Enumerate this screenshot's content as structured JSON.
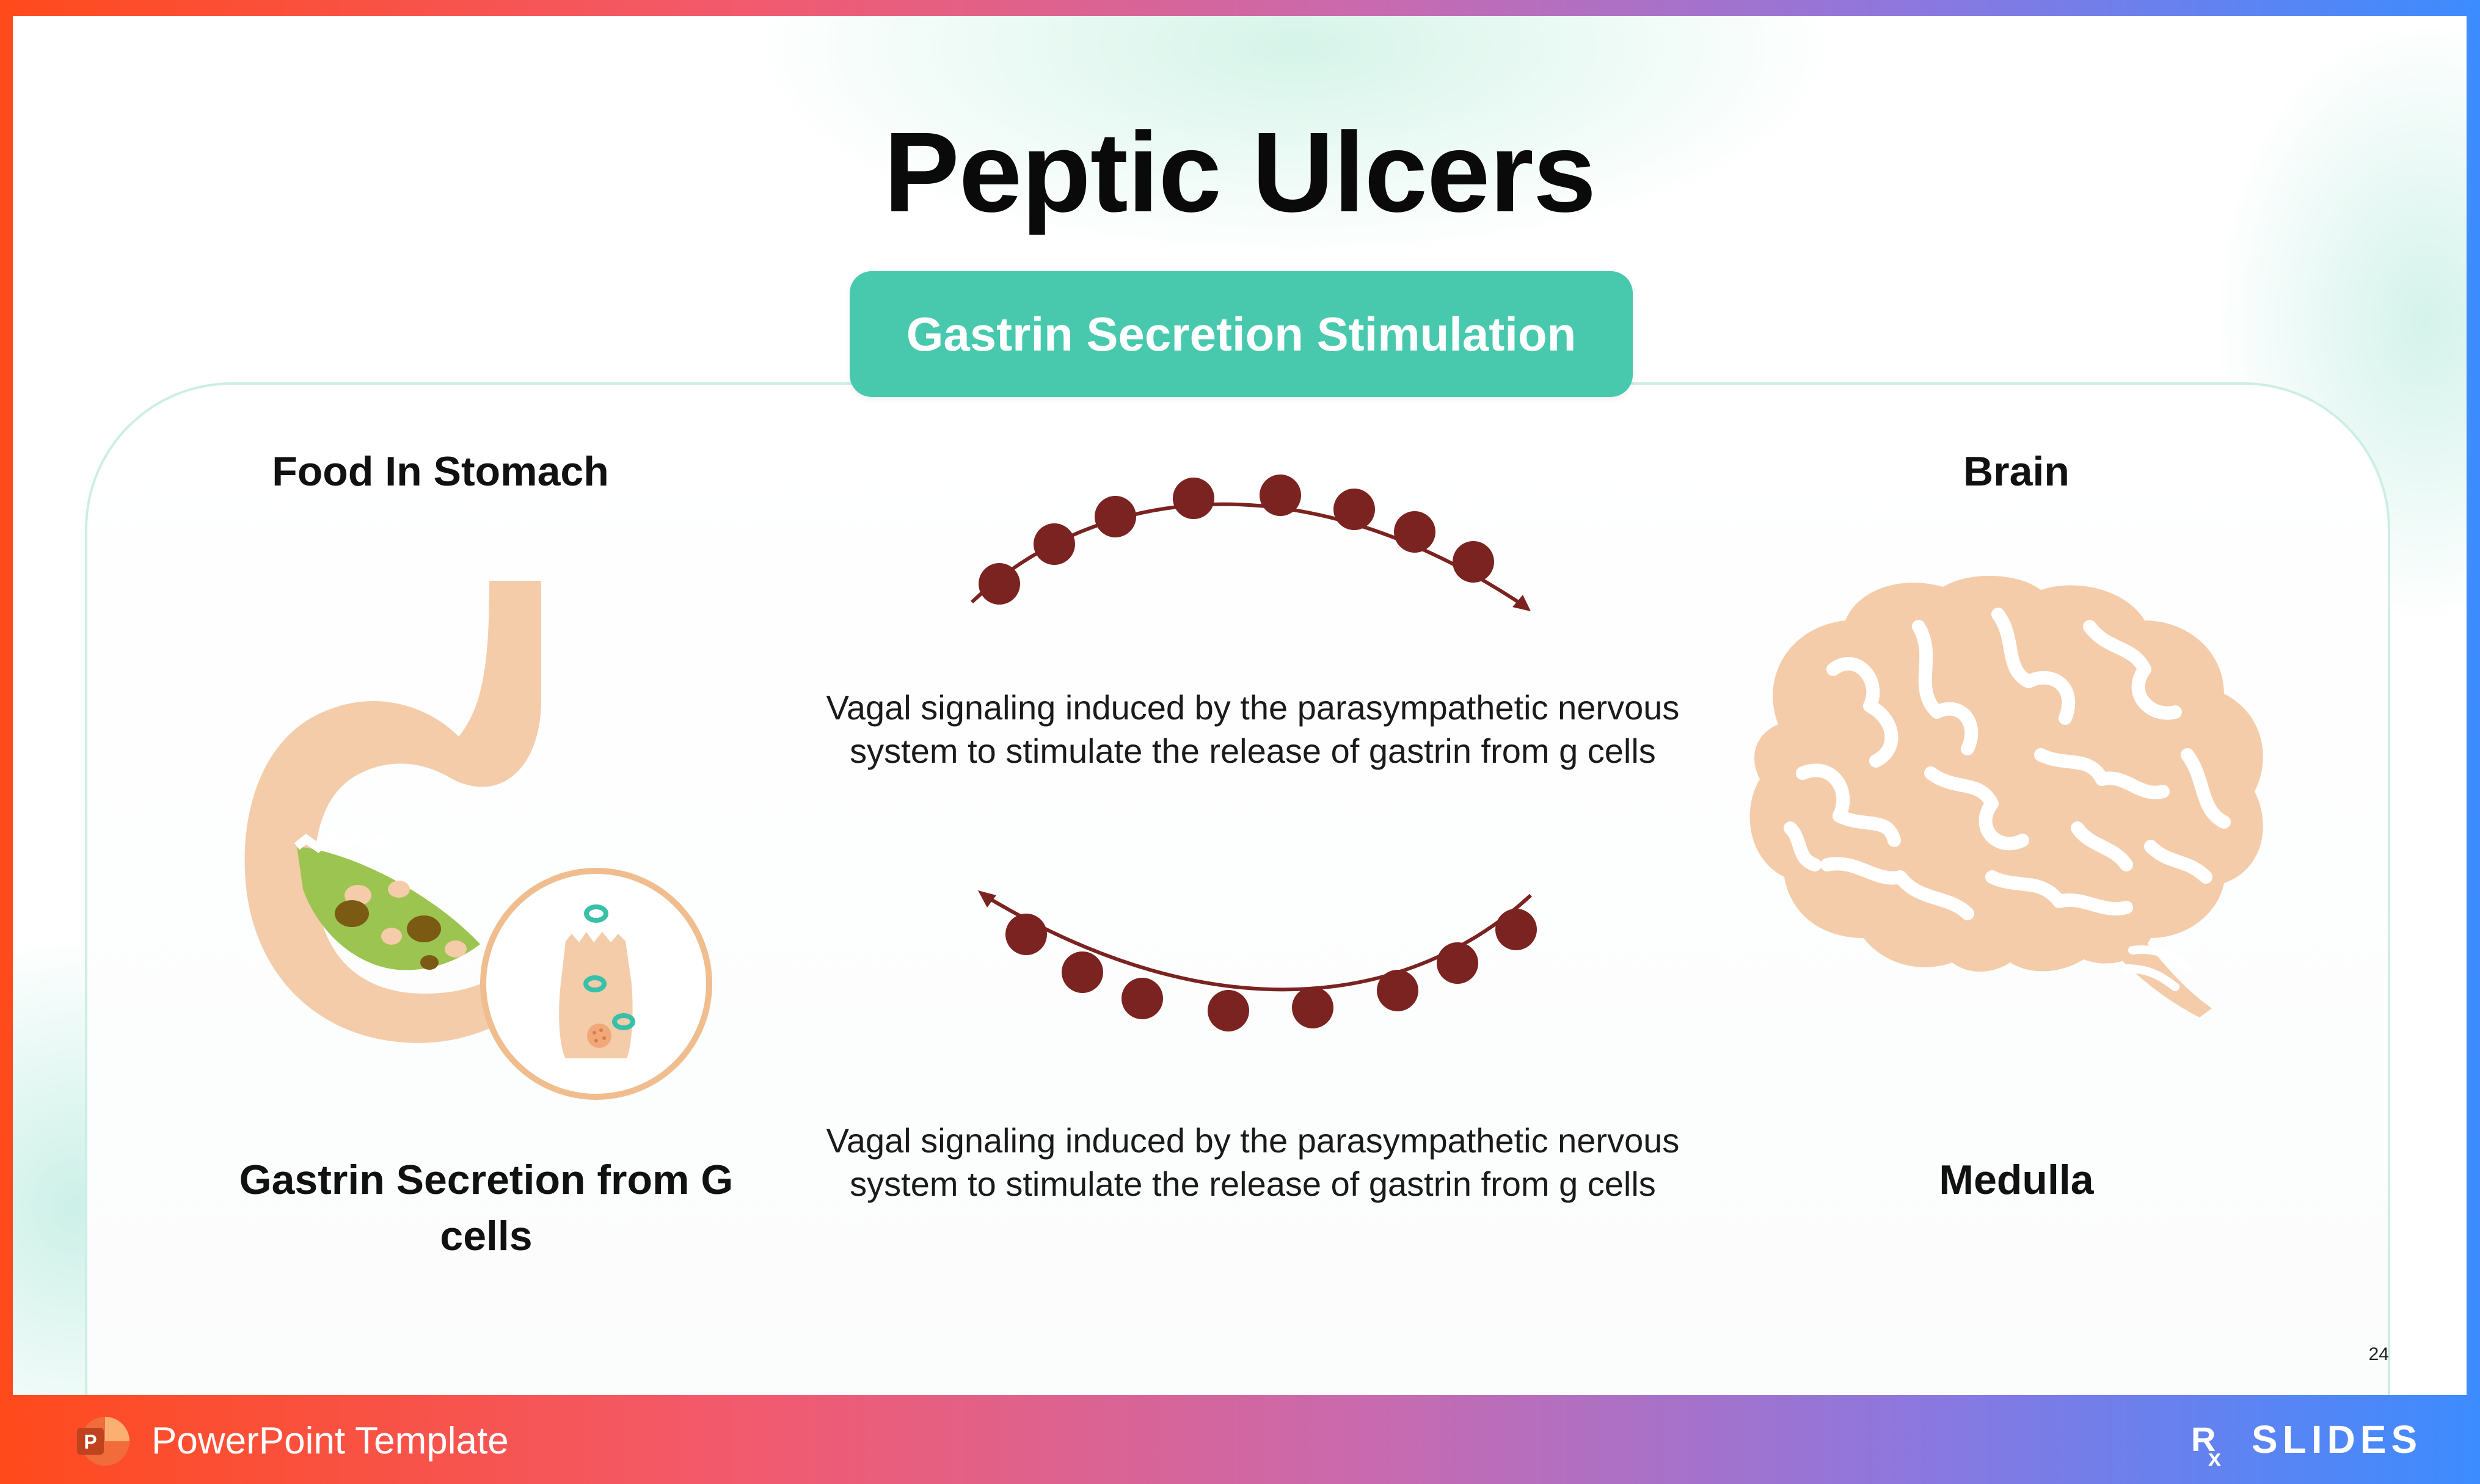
{
  "slide": {
    "title": "Peptic Ulcers",
    "banner": "Gastrin Secretion Stimulation",
    "labels": {
      "food": "Food In Stomach",
      "brain": "Brain",
      "gastrin": "Gastrin Secretion from G cells",
      "medulla": "Medulla"
    },
    "descriptions": {
      "top": "Vagal signaling induced by the parasympathetic nervous system to stimulate the release of gastrin from g cells",
      "bottom": "Vagal signaling induced by the parasympathetic nervous system to stimulate the release of gastrin from g cells"
    },
    "page_number": "24",
    "icons": {
      "stomach": "stomach-icon",
      "g_cell": "g-cell-icon",
      "brain": "brain-icon",
      "top_arrow": "curved-arrow-right-icon",
      "bottom_arrow": "curved-arrow-left-icon"
    },
    "colors": {
      "accent": "#48c9ad",
      "arrow": "#7a2320",
      "organ": "#f4ccaa",
      "food": "#9cc451"
    }
  },
  "footer": {
    "template_label": "PowerPoint Template",
    "brand": "RxSLIDES",
    "brand_display": "SLIDES"
  }
}
